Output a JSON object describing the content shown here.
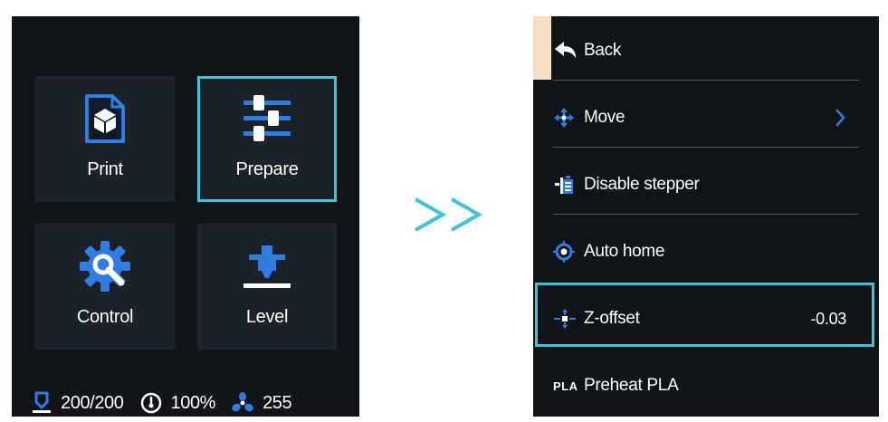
{
  "main_menu": {
    "tiles": [
      {
        "label": "Print",
        "icon": "print-file-icon"
      },
      {
        "label": "Prepare",
        "icon": "sliders-icon",
        "selected": true
      },
      {
        "label": "Control",
        "icon": "gear-wrench-icon"
      },
      {
        "label": "Level",
        "icon": "nozzle-level-icon"
      }
    ],
    "status": {
      "bed_temp": "200/200",
      "speed": "100%",
      "fan": "255"
    }
  },
  "prepare_menu": {
    "items": [
      {
        "label": "Back",
        "icon": "back-arrow-icon"
      },
      {
        "label": "Move",
        "icon": "move-arrows-icon",
        "has_submenu": true
      },
      {
        "label": "Disable stepper",
        "icon": "stepper-icon"
      },
      {
        "label": "Auto home",
        "icon": "crosshair-icon"
      },
      {
        "label": "Z-offset",
        "icon": "z-offset-icon",
        "value": "-0.03",
        "selected": true
      },
      {
        "label": "Preheat PLA",
        "icon": "pla-icon",
        "icon_text": "PLA"
      }
    ]
  },
  "colors": {
    "accent": "#3fc3d6",
    "icon_blue": "#2f7de1",
    "background": "#101419",
    "tile": "#1b2229",
    "back_accent": "#f4dfc2"
  }
}
